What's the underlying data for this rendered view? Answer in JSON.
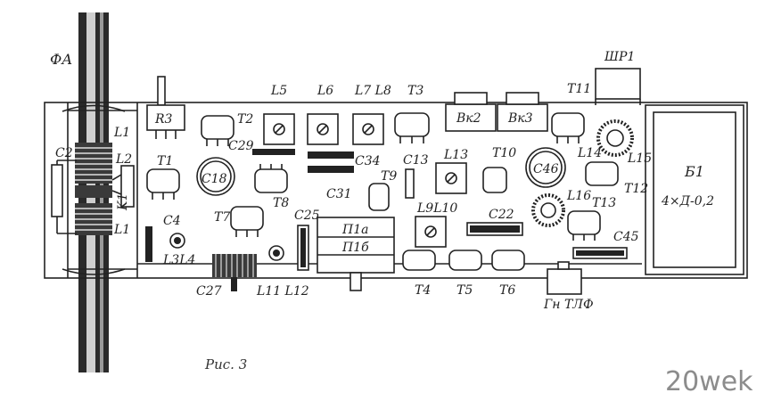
{
  "labels": {
    "fa": "ФА",
    "l1_top": "L1",
    "l2": "L2",
    "l1_bot": "L1",
    "c2": "C2",
    "k1": "K1",
    "r3": "R3",
    "t1": "T1",
    "t2": "T2",
    "c29": "C29",
    "c18": "C18",
    "c4": "C4",
    "l3l4": "L3L4",
    "t7": "T7",
    "t8": "T8",
    "c25": "C25",
    "c27": "C27",
    "l11l12": "L11 L12",
    "l5": "L5",
    "l6": "L6",
    "l7l8": "L7 L8",
    "t3": "T3",
    "c34": "C34",
    "c31": "C31",
    "t9": "T9",
    "c13": "C13",
    "p1a": "П1а",
    "p1b": "П1б",
    "bk2": "Вк2",
    "bk3": "Вк3",
    "l13": "L13",
    "t10": "T10",
    "l9l10": "L9L10",
    "c22": "C22",
    "t4": "T4",
    "t5": "T5",
    "t6": "T6",
    "c46": "C46",
    "t11": "T11",
    "shr1": "ШР1",
    "l14": "L14",
    "l15": "L15",
    "t12": "T12",
    "l16": "L16",
    "t13": "T13",
    "c45": "C45",
    "gn_tlf": "Гн ТЛФ",
    "b1": "Б1",
    "battery_spec": "4×Д-0,2"
  },
  "caption": "Рис. 3",
  "watermark": "20wek"
}
